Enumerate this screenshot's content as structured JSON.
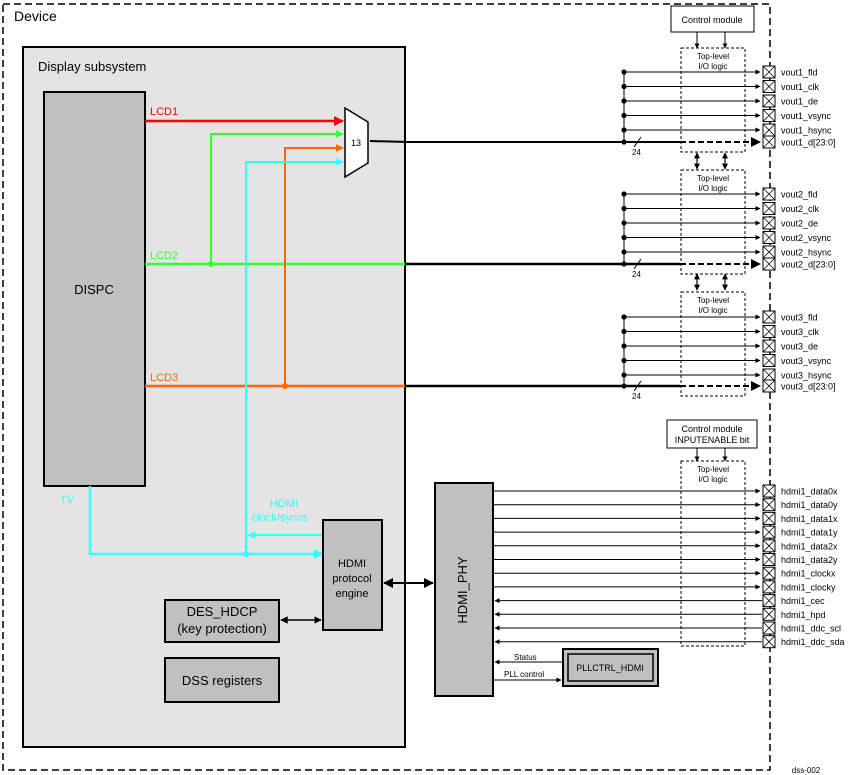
{
  "device_label": "Device",
  "subsystem_label": "Display subsystem",
  "dispc_label": "DISPC",
  "mux_label": "13",
  "lcd_labels": [
    "LCD1",
    "LCD2",
    "LCD3"
  ],
  "tv_label": "TV",
  "hdmi_clock_label": [
    "HDMI",
    "clock/syncs"
  ],
  "hdmi_engine_label": [
    "HDMI",
    "protocol",
    "engine"
  ],
  "des_hdcp_label": [
    "DES_HDCP",
    "(key protection)"
  ],
  "dss_registers_label": "DSS registers",
  "hdmi_phy_label": "HDMI_PHY",
  "pllctrl_label": "PLLCTRL_HDMI",
  "status_label": "Status",
  "pll_control_label": "PLL control",
  "control_module_label": "Control module",
  "control_module_inputenable_label": [
    "Control module",
    "INPUTENABLE bit"
  ],
  "io_logic_label": [
    "Top-level",
    "I/O logic"
  ],
  "bus_width_label": "24",
  "vout_groups": [
    [
      "vout1_fld",
      "vout1_clk",
      "vout1_de",
      "vout1_vsync",
      "vout1_hsync",
      "vout1_d[23:0]"
    ],
    [
      "vout2_fld",
      "vout2_clk",
      "vout2_de",
      "vout2_vsync",
      "vout2_hsync",
      "vout2_d[23:0]"
    ],
    [
      "vout3_fld",
      "vout3_clk",
      "vout3_de",
      "vout3_vsync",
      "vout3_hsync",
      "vout3_d[23:0]"
    ]
  ],
  "hdmi_pins": [
    "hdmi1_data0x",
    "hdmi1_data0y",
    "hdmi1_data1x",
    "hdmi1_data1y",
    "hdmi1_data2x",
    "hdmi1_data2y",
    "hdmi1_clockx",
    "hdmi1_clocky",
    "hdmi1_cec",
    "hdmi1_hpd",
    "hdmi1_ddc_scl",
    "hdmi1_ddc_sda"
  ],
  "figure_id": "dss-002",
  "colors": {
    "lcd1": "#ff0000",
    "lcd2": "#33ff33",
    "lcd3": "#ff6600",
    "tv": "#33ffff",
    "block_fill": "#c0c0c0",
    "subsystem_fill": "#e4e4e4",
    "line": "#000000"
  }
}
